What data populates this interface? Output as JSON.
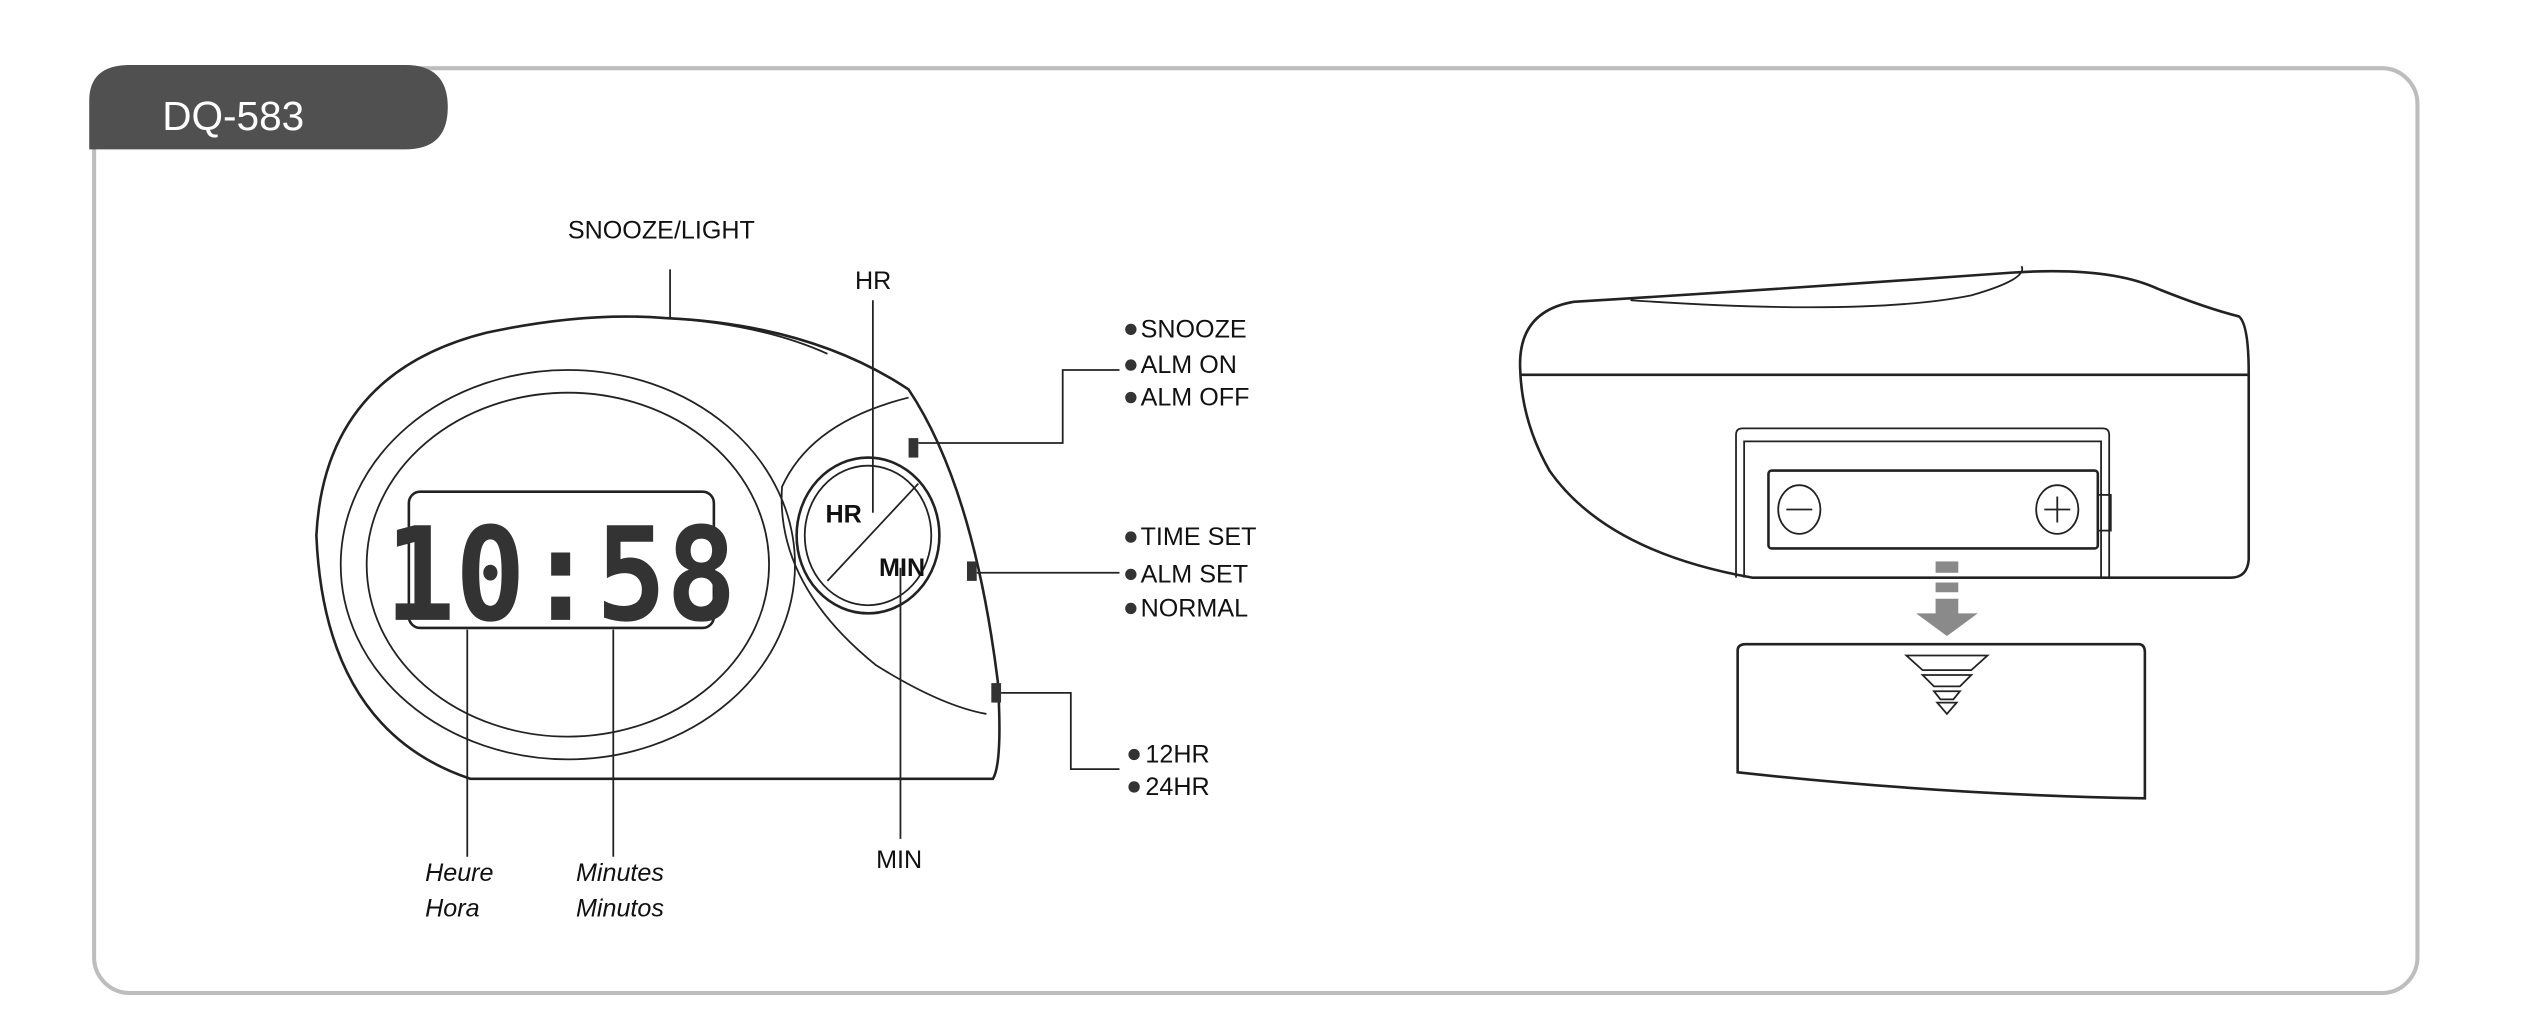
{
  "header": {
    "model": "DQ-583"
  },
  "clock_front": {
    "display_time": "10:58",
    "top_button_label": "SNOOZE/LIGHT",
    "hr_callout": "HR",
    "min_callout": "MIN",
    "button_hr": "HR",
    "button_min": "MIN",
    "switch_alarm": [
      "SNOOZE",
      "ALM ON",
      "ALM OFF"
    ],
    "switch_mode": [
      "TIME SET",
      "ALM SET",
      "NORMAL"
    ],
    "switch_format": [
      "12HR",
      "24HR"
    ],
    "hour_labels": [
      "Heure",
      "Hora"
    ],
    "minute_labels": [
      "Minutes",
      "Minutos"
    ]
  },
  "battery_view": {
    "minus_icon": "minus-circle-icon",
    "plus_icon": "plus-circle-icon"
  },
  "colors": {
    "tab": "#505050",
    "frame": "#bdbdbd",
    "arrow": "#8a8a8a"
  }
}
